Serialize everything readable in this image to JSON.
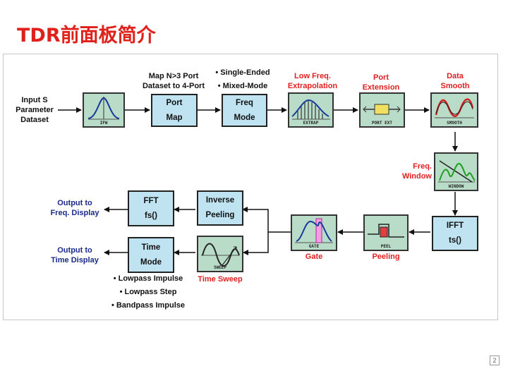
{
  "title": "TDR前面板简介",
  "page_number": "2",
  "input": {
    "line1": "Input S",
    "line2": "Parameter",
    "line3": "Dataset"
  },
  "ifw": {
    "caption": "IFW"
  },
  "port_map": {
    "above1": "Map N>3 Port",
    "above2": "Dataset to 4-Port",
    "line1": "Port",
    "line2": "Map"
  },
  "freq_mode": {
    "above1": "• Single-Ended",
    "above2": "• Mixed-Mode",
    "line1": "Freq",
    "line2": "Mode"
  },
  "extrap": {
    "label1": "Low Freq.",
    "label2": "Extrapolation",
    "caption": "EXTRAP"
  },
  "port_ext": {
    "label1": "Port",
    "label2": "Extension",
    "caption": "PORT EXT"
  },
  "smooth": {
    "label1": "Data",
    "label2": "Smooth",
    "caption": "SMOOTH"
  },
  "window": {
    "label1": "Freq.",
    "label2": "Window",
    "caption": "WINDOW"
  },
  "ifft": {
    "line1": "IFFT",
    "line2": "ts()"
  },
  "peel": {
    "label": "Peeling",
    "caption": "PEEL"
  },
  "gate": {
    "label": "Gate",
    "caption": "GATE"
  },
  "inverse_peeling": {
    "line1": "Inverse",
    "line2": "Peeling"
  },
  "sweep": {
    "label": "Time Sweep",
    "caption": "SWEEP"
  },
  "fft": {
    "line1": "FFT",
    "line2": "fs()"
  },
  "time_mode": {
    "line1": "Time",
    "line2": "Mode"
  },
  "out_freq": {
    "line1": "Output to",
    "line2": "Freq. Display"
  },
  "out_time": {
    "line1": "Output to",
    "line2": "Time Display"
  },
  "time_options": {
    "o1": "• Lowpass Impulse",
    "o2": "• Lowpass Step",
    "o3": "• Bandpass Impulse"
  }
}
